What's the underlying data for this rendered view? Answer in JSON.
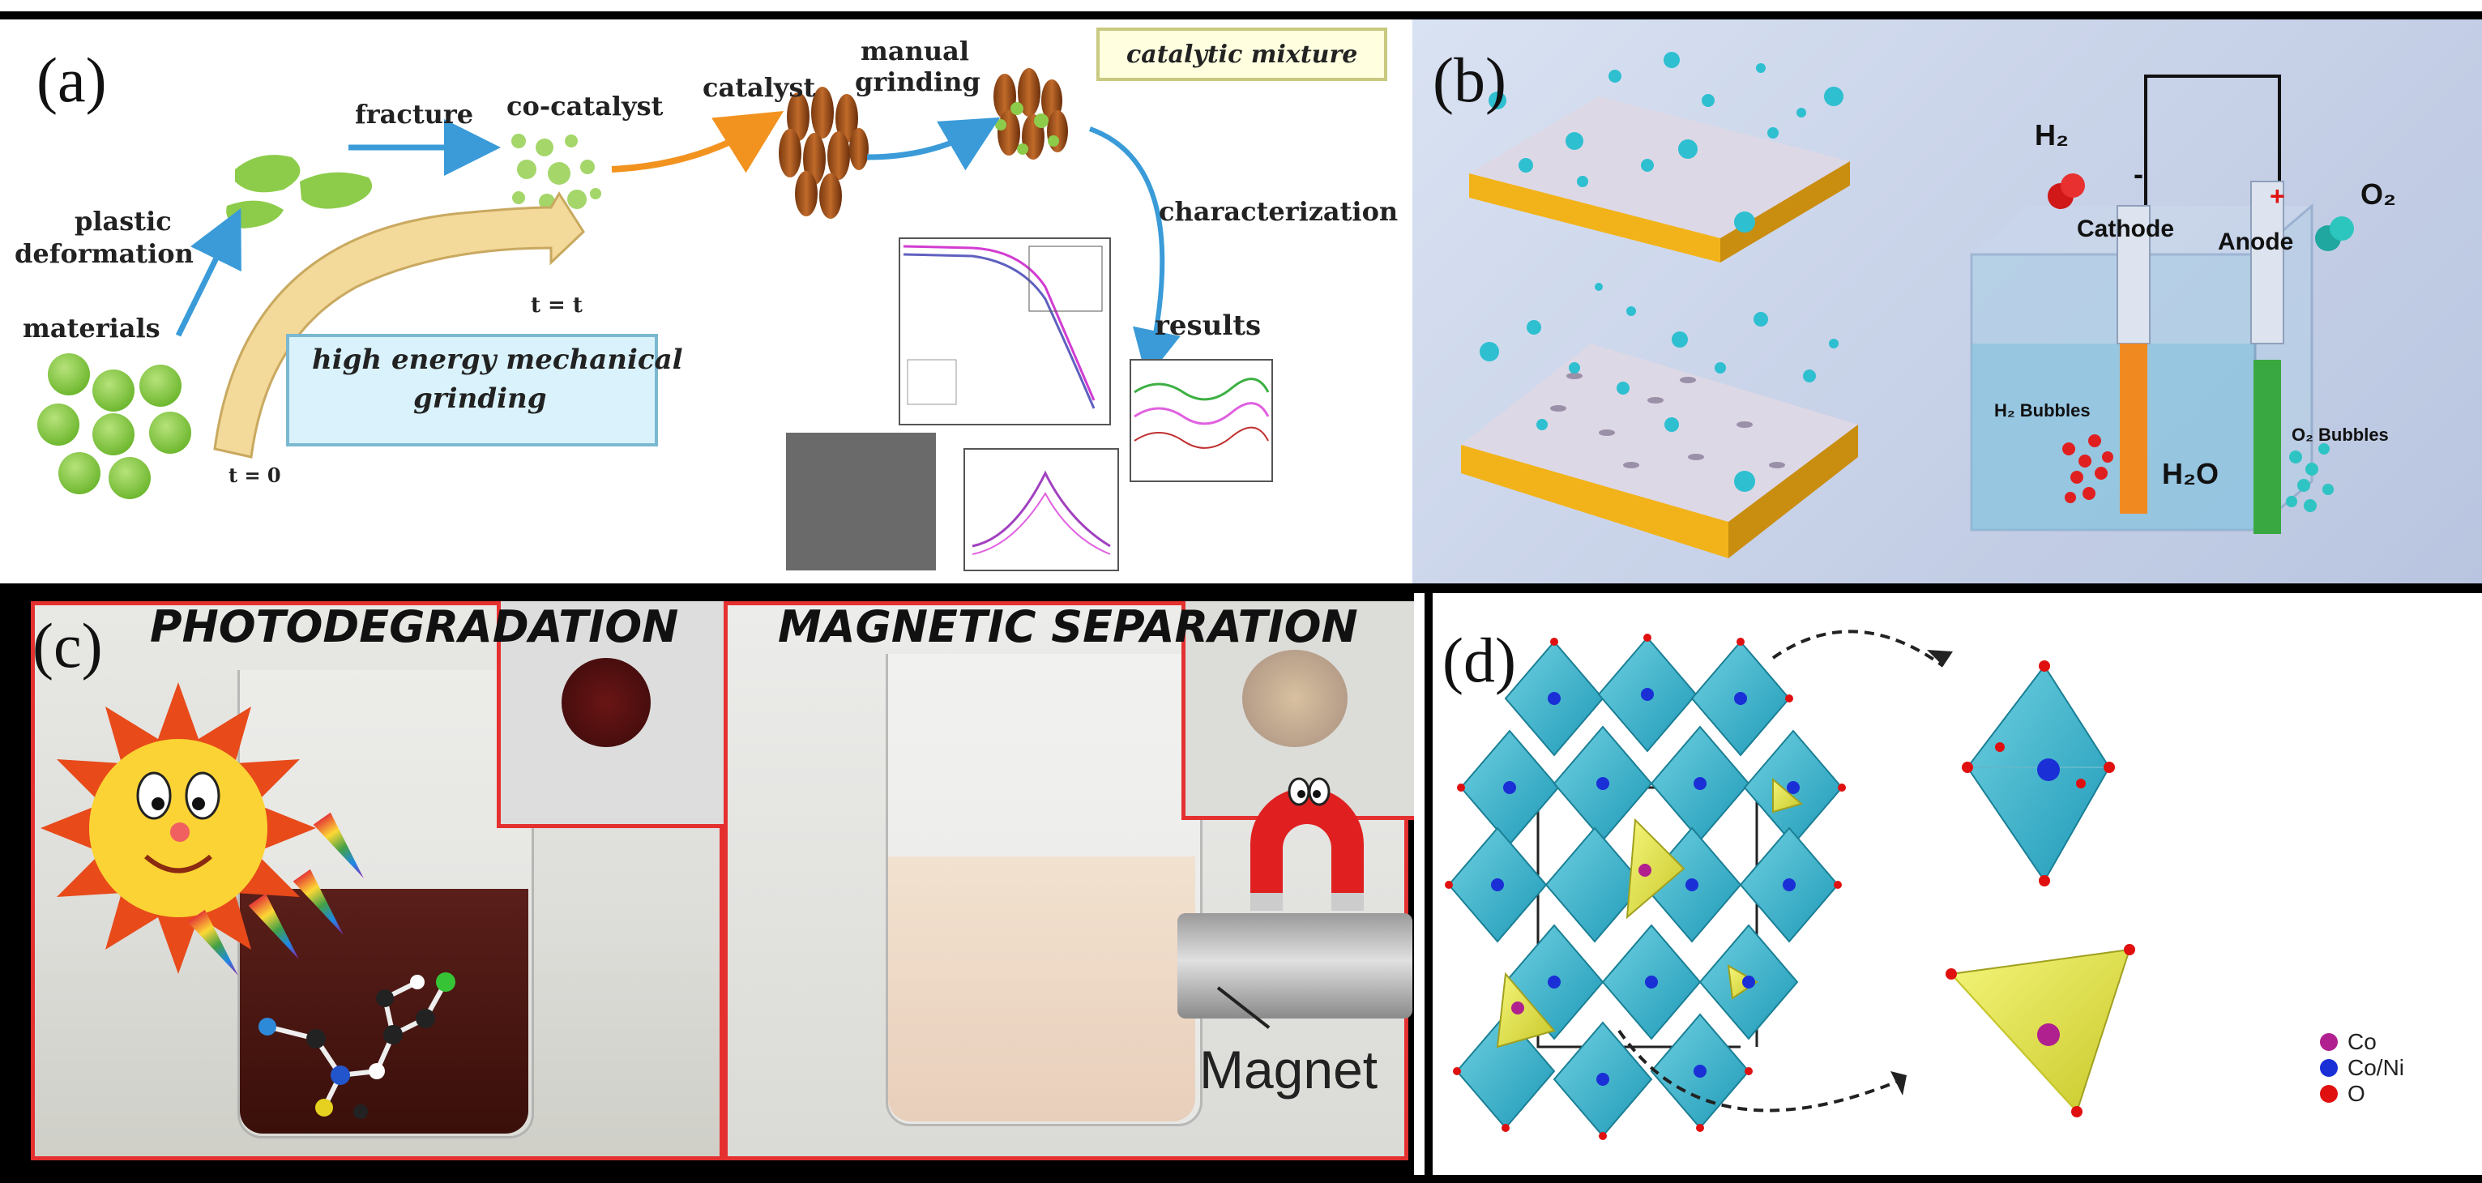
{
  "panels": {
    "a": {
      "label": "(a)",
      "texts": {
        "fracture": "fracture",
        "cocatalyst": "co-catalyst",
        "catalyst": "catalyst",
        "manual": "manual",
        "grinding": "grinding",
        "catalytic_mixture": "catalytic mixture",
        "plastic": "plastic",
        "deformation": "deformation",
        "materials": "materials",
        "t_eq_t": "t = t",
        "hemg_line1": "high energy mechanical",
        "hemg_line2": "grinding",
        "t_eq_0": "t = 0",
        "characterization": "characterization",
        "results": "results"
      }
    },
    "b": {
      "label": "(b)",
      "texts": {
        "h2": "H₂",
        "o2": "O₂",
        "minus": "-",
        "plus": "+",
        "cathode": "Cathode",
        "anode": "Anode",
        "h2_bubbles": "H₂ Bubbles",
        "o2_bubbles": "O₂ Bubbles",
        "h2o": "H₂O"
      }
    },
    "c": {
      "label": "(c)",
      "texts": {
        "photodegradation": "PHOTODEGRADATION",
        "magnetic_separation": "MAGNETIC SEPARATION",
        "magnet": "Magnet"
      }
    },
    "d": {
      "label": "(d)",
      "legend": [
        {
          "label": "Co",
          "color": "#b0208f"
        },
        {
          "label": "Co/Ni",
          "color": "#1a2fd6"
        },
        {
          "label": "O",
          "color": "#e01010"
        }
      ]
    }
  },
  "colors": {
    "green": "#8dcc4a",
    "blue_arrow": "#3a9bd8",
    "orange_arrow": "#f29320",
    "teal": "#2eb6cc",
    "red_frame": "#e53030",
    "octahedron": "#39b4cc",
    "tetrahedron": "#e6e64a"
  }
}
